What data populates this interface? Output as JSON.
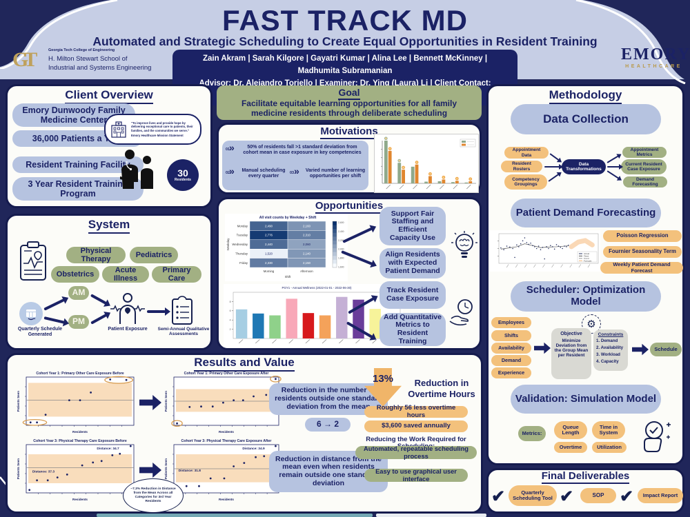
{
  "header": {
    "title": "FAST TRACK MD",
    "subtitle": "Automated and Strategic Scheduling to Create Equal Opportunities in Resident Training",
    "authors_line1": "Zain Akram | Sarah Kilgore | Gayatri Kumar | Alina Lee | Bennett McKinney | Madhumita Subramanian",
    "authors_line2": "Advisor: Dr. Alejandro Toriello | Examiner: Dr. Ying (Laura) Li | Client Contact: Dontavious Gaston",
    "gt": {
      "monogram": "GT",
      "college": "Georgia Tech College of Engineering",
      "school1": "H. Milton Stewart School of",
      "school2": "Industrial and Systems Engineering"
    },
    "emory": {
      "name": "EMORY",
      "division": "HEALTHCARE"
    }
  },
  "client": {
    "heading": "Client Overview",
    "pills": [
      "Emory Dunwoody Family Medicine Center",
      "36,000 Patients a Year",
      "Resident Training Facility",
      "3 Year Resident Training Program"
    ],
    "mission_quote": "\"To improve lives and provide hope by delivering exceptional care to patients, their families, and the communities we serve.\"",
    "mission_source": "Emory Healthcare Mission Statement",
    "residents_number": "30",
    "residents_label": "Residents"
  },
  "system": {
    "heading": "System",
    "specialties": [
      "Physical Therapy",
      "Pediatrics",
      "Obstetrics",
      "Acute Illness",
      "Primary Care"
    ],
    "flow_start": "Quarterly Schedule Generated",
    "am": "AM",
    "pm": "PM",
    "flow_mid": "Patient Exposure",
    "flow_end": "Semi-Annual Qualitative Assessments"
  },
  "goal": {
    "heading": "Goal",
    "text": "Facilitate equitable learning opportunities for all family medicine residents through deliberate scheduling"
  },
  "motivations": {
    "heading": "Motivations",
    "items": [
      {
        "num": "01",
        "text": "50% of residents fall >1 standard deviation from cohort mean in case exposure in key competencies"
      },
      {
        "num": "02",
        "text": "Manual scheduling every quarter"
      },
      {
        "num": "03",
        "text": "Varied number of learning opportunities per shift"
      }
    ]
  },
  "opportunities": {
    "heading": "Opportunities",
    "pills": [
      "Support Fair Staffing and Efficient Capacity Use",
      "Align Residents with Expected Patient Demand",
      "Track Resident Case Exposure",
      "Add Quantitative Metrics to Resident Training"
    ]
  },
  "results": {
    "heading": "Results and Value",
    "reduction_note": "Reduction in the number of residents outside one standard deviation from the mean",
    "reduction_stat": "6 → 2",
    "distance_note": "Reduction in distance from the mean even when residents remain outside one standard deviation",
    "ellipse_note": "~7.3% Reduction in Distance from the Mean Across all Categories for 3rd Year Residents",
    "overtime_pct": "13%",
    "overtime_title": "Reduction in Overtime Hours",
    "overtime_pills": [
      "Roughly 56 less overtime hours",
      "$3,600 saved annually"
    ],
    "work_heading": "Reducing the Work Required for Scheduling:",
    "work_pills": [
      "Automated, repeatable scheduling process",
      "Easy to use graphical user interface"
    ]
  },
  "methodology": {
    "heading": "Methodology",
    "data_collection": {
      "title": "Data Collection",
      "inputs": [
        "Appointment Data",
        "Resident Rosters",
        "Competency Groupings"
      ],
      "transform": "Data Transformations",
      "outputs": [
        "Appointment Metrics",
        "Current Resident Case Exposure",
        "Demand Forecasting"
      ]
    },
    "forecasting": {
      "title": "Patient Demand Forecasting",
      "pills": [
        "Poisson Regression",
        "Fournier Seasonality Term",
        "Weekly Patient Demand Forecast"
      ]
    },
    "scheduler": {
      "title": "Scheduler: Optimization Model",
      "inputs": [
        "Employees",
        "Shifts",
        "Availability",
        "Demand",
        "Experience"
      ],
      "objective_title": "Objective",
      "objective_text": "Minimize Deviation from the Group Mean per Resident",
      "constraints_title": "Constraints",
      "constraints": [
        "1. Demand",
        "2. Availability",
        "3. Workload",
        "4. Capacity"
      ],
      "output": "Schedule"
    },
    "validation": {
      "title": "Validation: Simulation Model",
      "metrics_label": "Metrics:",
      "metrics": [
        "Queue Length",
        "Time in System",
        "Overtime",
        "Utilization"
      ]
    }
  },
  "deliverables": {
    "heading": "Final Deliverables",
    "items": [
      "Quarterly Scheduling Tool",
      "SOP",
      "Impact Report"
    ]
  },
  "colors": {
    "navy": "#1b2265",
    "header_bg": "#c6cee5",
    "panel": "#fcfcf8",
    "blue_pill": "#b6c3e0",
    "olive": "#a2b083",
    "orange_pill": "#f3c17c",
    "gold": "#bfa15c",
    "band_orange": "#f9ddbc"
  },
  "chart_data": [
    {
      "id": "motivation_bars",
      "type": "groupbar",
      "title": "",
      "categories": [
        "",
        "",
        "",
        "",
        "",
        "",
        ""
      ],
      "series": [
        {
          "name": "",
          "color": "#8fa98b",
          "values": [
            10,
            4.8,
            3.9,
            0.4,
            0.5,
            0.3,
            0.2
          ]
        },
        {
          "name": "",
          "color": "#e0862f",
          "values": [
            7.6,
            3.2,
            4.4,
            1.7,
            0.9,
            0.6,
            0.5
          ]
        }
      ],
      "ylim": [
        0,
        10
      ],
      "tick_style": "diagonal",
      "legend": true
    },
    {
      "id": "visits_heatmap",
      "type": "heatmap",
      "title": "All visit counts by Weekday + Shift",
      "rows": [
        "Monday",
        "Tuesday",
        "Wednesday",
        "Thursday",
        "Friday"
      ],
      "cols": [
        "Morning",
        "Afternoon"
      ],
      "xlabel": "Shift",
      "ylabel": "Weekday",
      "values": [
        [
          2490,
          2160
        ],
        [
          2776,
          2310
        ],
        [
          2440,
          2060
        ],
        [
          1520,
          2140
        ],
        [
          2330,
          2150
        ]
      ],
      "vmin": 1450,
      "vmax": 2850,
      "colorbar_ticks": [
        "2,600",
        "2,400",
        "2,200",
        "2,000",
        "1,800",
        "1,600"
      ]
    },
    {
      "id": "exposure_bars",
      "type": "colorbars",
      "title": "PGY1 - Annual Wellness (2022-01-01 - 2022-06-30)",
      "values": [
        6.3,
        5.4,
        5.0,
        8.6,
        5.5,
        5.0,
        9.0,
        8.4,
        6.4,
        3.4
      ],
      "colors": [
        "#a6cee3",
        "#1f78b4",
        "#8fd18a",
        "#f8a8b8",
        "#d7191c",
        "#f4a25a",
        "#c5b0d5",
        "#6a3d9a",
        "#f7f39a",
        "#a0522d"
      ],
      "ylim": [
        0,
        10
      ],
      "tick_style": "diagonal"
    },
    {
      "id": "demand_forecast",
      "type": "forecast",
      "points": [
        [
          2,
          52
        ],
        [
          5,
          46
        ],
        [
          8,
          58
        ],
        [
          11,
          55
        ],
        [
          14,
          50
        ],
        [
          16,
          20
        ],
        [
          18,
          62
        ],
        [
          20,
          56
        ],
        [
          22,
          66
        ],
        [
          24,
          76
        ],
        [
          26,
          86
        ],
        [
          28,
          70
        ],
        [
          30,
          64
        ],
        [
          32,
          68
        ],
        [
          34,
          60
        ],
        [
          36,
          56
        ],
        [
          38,
          50
        ],
        [
          40,
          58
        ],
        [
          42,
          46
        ],
        [
          44,
          54
        ],
        [
          46,
          15
        ],
        [
          48,
          56
        ],
        [
          50,
          50
        ],
        [
          52,
          60
        ],
        [
          54,
          56
        ],
        [
          56,
          48
        ],
        [
          58,
          63
        ],
        [
          60,
          58
        ],
        [
          62,
          54
        ],
        [
          64,
          50
        ],
        [
          66,
          58
        ],
        [
          68,
          56
        ],
        [
          70,
          61
        ]
      ],
      "fit": [
        [
          2,
          48
        ],
        [
          10,
          52
        ],
        [
          18,
          56
        ],
        [
          26,
          66
        ],
        [
          34,
          60
        ],
        [
          42,
          53
        ],
        [
          50,
          55
        ],
        [
          58,
          56
        ],
        [
          66,
          58
        ],
        [
          70,
          59
        ]
      ],
      "band": [
        [
          73,
          56
        ],
        [
          80,
          72
        ],
        [
          87,
          77
        ],
        [
          94,
          62
        ]
      ],
      "legend": [
        "Actual",
        "Fitted",
        "Trend",
        "Forecast"
      ]
    },
    {
      "id": "cy1_before",
      "type": "scatter",
      "title": "Cohort Year 1: Primary Other Care Exposure Before",
      "xlabel": "Residents",
      "ylabel": "Patients Seen",
      "band": [
        18,
        88
      ],
      "mean": 52,
      "points": [
        [
          4,
          6
        ],
        [
          10,
          6
        ],
        [
          18,
          22
        ],
        [
          40,
          52
        ],
        [
          50,
          52
        ],
        [
          60,
          68
        ],
        [
          78,
          95
        ],
        [
          93,
          94
        ]
      ],
      "circles": [
        {
          "x": 86,
          "y": 94,
          "rx": 13,
          "ry": 7
        },
        {
          "x": 8,
          "y": 6,
          "rx": 11,
          "ry": 6
        }
      ]
    },
    {
      "id": "cy1_after",
      "type": "scatter",
      "title": "Cohort Year 1: Primary Other Care Exposure After",
      "xlabel": "Residents",
      "ylabel": "Patients Seen",
      "band": [
        28,
        75
      ],
      "mean": 50,
      "points": [
        [
          3,
          4
        ],
        [
          15,
          38
        ],
        [
          26,
          39
        ],
        [
          37,
          39
        ],
        [
          47,
          47
        ],
        [
          57,
          52
        ],
        [
          66,
          52
        ],
        [
          76,
          60
        ],
        [
          88,
          63
        ],
        [
          97,
          96
        ]
      ],
      "circles": [
        {
          "x": 97,
          "y": 96,
          "rx": 5,
          "ry": 6
        },
        {
          "x": 3,
          "y": 4,
          "rx": 5,
          "ry": 6
        }
      ]
    },
    {
      "id": "cy3_before",
      "type": "scatter",
      "title": "Cohort Year 3: Physical Therapy Care Exposure Before",
      "xlabel": "Residents",
      "ylabel": "Patients Seen",
      "band": [
        20,
        80
      ],
      "mean": 52,
      "points": [
        [
          3,
          6
        ],
        [
          10,
          26
        ],
        [
          20,
          26
        ],
        [
          29,
          32
        ],
        [
          38,
          38
        ],
        [
          52,
          57
        ],
        [
          62,
          63
        ],
        [
          70,
          66
        ],
        [
          80,
          78
        ],
        [
          87,
          81
        ],
        [
          97,
          97
        ]
      ],
      "annotations": [
        {
          "text": "Distance: 34.7",
          "x": 76,
          "y": 90
        },
        {
          "text": "Distance: 37.3",
          "x": 16,
          "y": 42
        }
      ]
    },
    {
      "id": "cy3_after",
      "type": "scatter",
      "title": "Cohort Year 3: Physical Therapy Care Exposure After",
      "xlabel": "Residents",
      "ylabel": "Patients Seen",
      "band": [
        22,
        80
      ],
      "mean": 50,
      "points": [
        [
          3,
          14
        ],
        [
          12,
          14
        ],
        [
          24,
          14
        ],
        [
          35,
          30
        ],
        [
          48,
          30
        ],
        [
          57,
          55
        ],
        [
          67,
          62
        ],
        [
          78,
          74
        ],
        [
          86,
          76
        ],
        [
          97,
          97
        ]
      ],
      "annotations": [
        {
          "text": "Distance: 34.9",
          "x": 76,
          "y": 90
        },
        {
          "text": "Distance: 31.8",
          "x": 15,
          "y": 44
        }
      ]
    }
  ]
}
